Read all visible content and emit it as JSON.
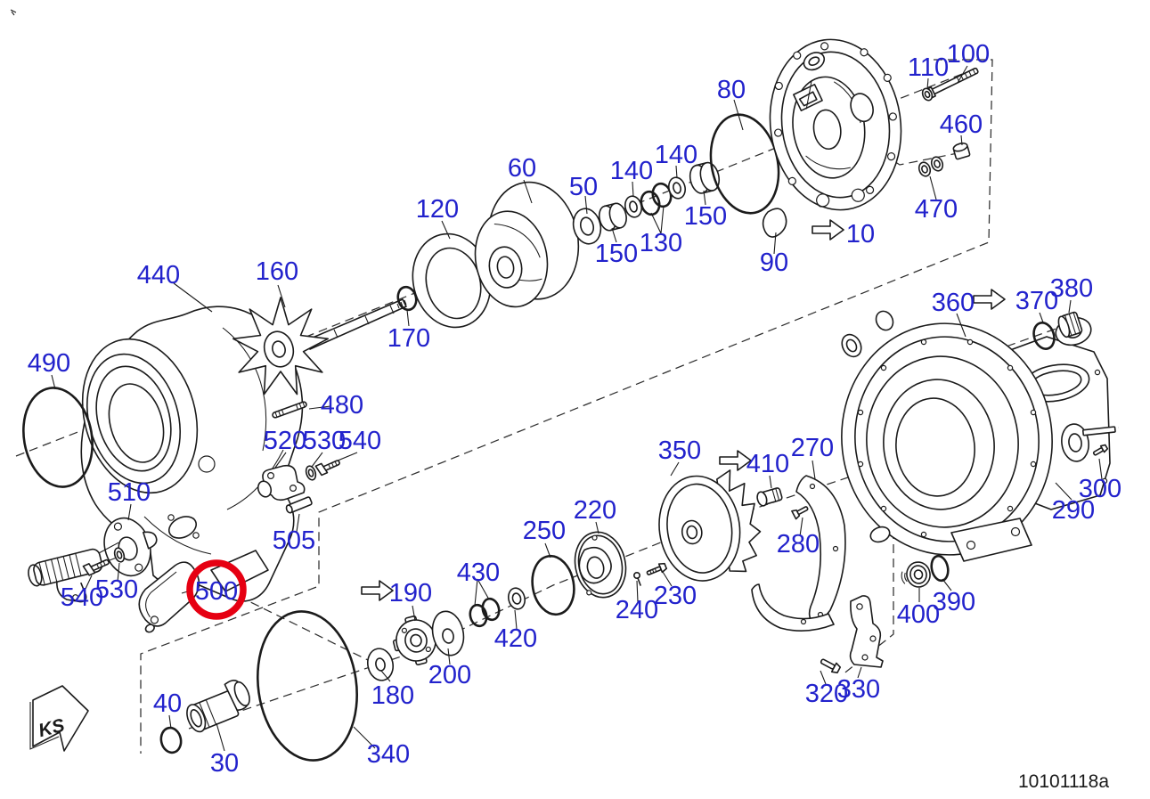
{
  "diagram": {
    "type": "exploded-parts-diagram",
    "doc_number": "10101118a",
    "direction_marker": "KS",
    "highlighted_part": "500",
    "colors": {
      "label": "#2222cc",
      "line": "#1b1b1b",
      "highlight": "#e60012",
      "background": "#ffffff"
    },
    "labels": [
      {
        "id": "440",
        "text": "440"
      },
      {
        "id": "160",
        "text": "160"
      },
      {
        "id": "120",
        "text": "120"
      },
      {
        "id": "170",
        "text": "170"
      },
      {
        "id": "60",
        "text": "60"
      },
      {
        "id": "50",
        "text": "50"
      },
      {
        "id": "150-a",
        "text": "150"
      },
      {
        "id": "140-a",
        "text": "140"
      },
      {
        "id": "130",
        "text": "130"
      },
      {
        "id": "140-b",
        "text": "140"
      },
      {
        "id": "150-b",
        "text": "150"
      },
      {
        "id": "80",
        "text": "80"
      },
      {
        "id": "90",
        "text": "90"
      },
      {
        "id": "110",
        "text": "110"
      },
      {
        "id": "100",
        "text": "100"
      },
      {
        "id": "460",
        "text": "460"
      },
      {
        "id": "470",
        "text": "470"
      },
      {
        "id": "10",
        "text": "10"
      },
      {
        "id": "490",
        "text": "490"
      },
      {
        "id": "480",
        "text": "480"
      },
      {
        "id": "520",
        "text": "520"
      },
      {
        "id": "530-a",
        "text": "530"
      },
      {
        "id": "540-a",
        "text": "540"
      },
      {
        "id": "505",
        "text": "505"
      },
      {
        "id": "510",
        "text": "510"
      },
      {
        "id": "530-b",
        "text": "530"
      },
      {
        "id": "540-b",
        "text": "540"
      },
      {
        "id": "500",
        "text": "500"
      },
      {
        "id": "40",
        "text": "40"
      },
      {
        "id": "30",
        "text": "30"
      },
      {
        "id": "340",
        "text": "340"
      },
      {
        "id": "180",
        "text": "180"
      },
      {
        "id": "190",
        "text": "190"
      },
      {
        "id": "200",
        "text": "200"
      },
      {
        "id": "430",
        "text": "430"
      },
      {
        "id": "420",
        "text": "420"
      },
      {
        "id": "250",
        "text": "250"
      },
      {
        "id": "220",
        "text": "220"
      },
      {
        "id": "240",
        "text": "240"
      },
      {
        "id": "230",
        "text": "230"
      },
      {
        "id": "350",
        "text": "350"
      },
      {
        "id": "410",
        "text": "410"
      },
      {
        "id": "270",
        "text": "270"
      },
      {
        "id": "280",
        "text": "280"
      },
      {
        "id": "360",
        "text": "360"
      },
      {
        "id": "370",
        "text": "370"
      },
      {
        "id": "380",
        "text": "380"
      },
      {
        "id": "300",
        "text": "300"
      },
      {
        "id": "290",
        "text": "290"
      },
      {
        "id": "390",
        "text": "390"
      },
      {
        "id": "400",
        "text": "400"
      },
      {
        "id": "320",
        "text": "320"
      },
      {
        "id": "330",
        "text": "330"
      }
    ]
  }
}
